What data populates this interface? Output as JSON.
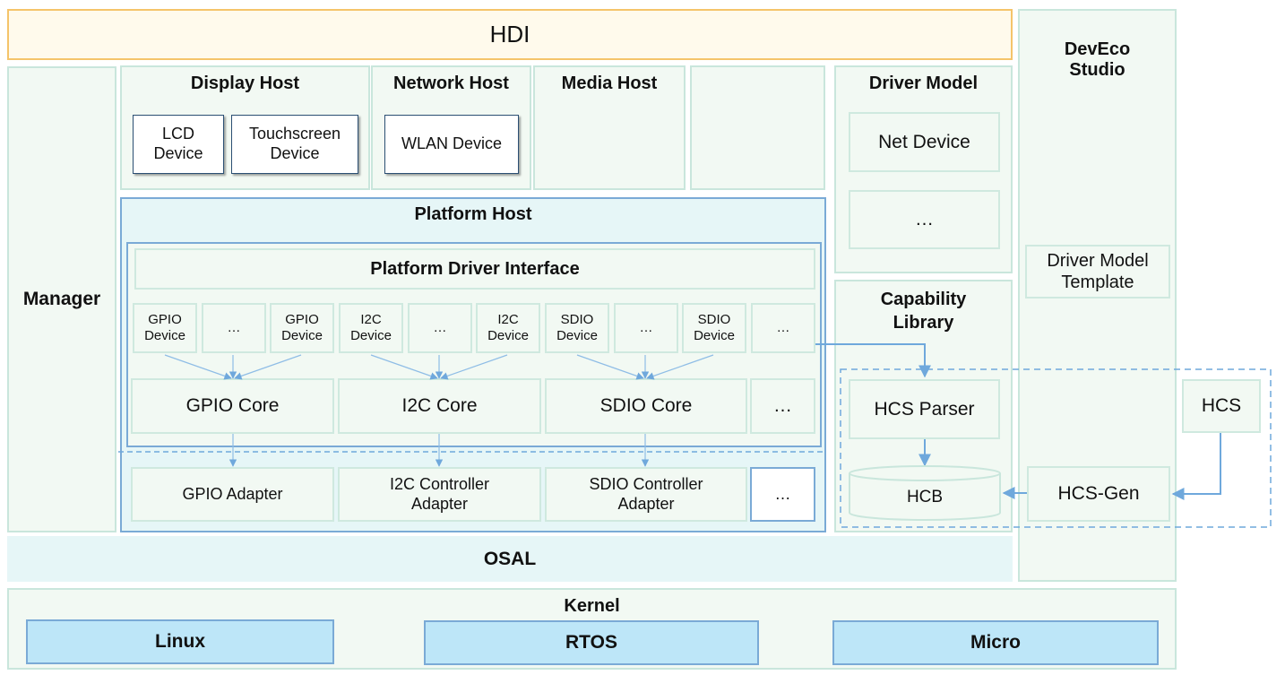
{
  "hdi": "HDI",
  "manager": "Manager",
  "hosts": {
    "display": {
      "title": "Display Host",
      "lcd": "LCD\nDevice",
      "touch": "Touchscreen\nDevice"
    },
    "network": {
      "title": "Network Host",
      "wlan": "WLAN Device"
    },
    "media": {
      "title": "Media Host"
    }
  },
  "platform": {
    "title": "Platform Host",
    "interface": "Platform Driver Interface",
    "devices": [
      "GPIO\nDevice",
      "…",
      "GPIO\nDevice",
      "I2C\nDevice",
      "…",
      "I2C\nDevice",
      "SDIO\nDevice",
      "…",
      "SDIO\nDevice",
      "…"
    ],
    "cores": [
      "GPIO Core",
      "I2C Core",
      "SDIO Core",
      "…"
    ],
    "adapters": [
      "GPIO Adapter",
      "I2C Controller\nAdapter",
      "SDIO Controller\nAdapter",
      "…"
    ]
  },
  "driver_model": {
    "title": "Driver Model",
    "net_device": "Net Device",
    "more": "…"
  },
  "capability": {
    "title": "Capability\nLibrary",
    "hcs_parser": "HCS Parser",
    "hcb": "HCB"
  },
  "deveco": {
    "title": "DevEco\nStudio",
    "template": "Driver Model\nTemplate",
    "hcs": "HCS",
    "hcs_gen": "HCS-Gen"
  },
  "osal": "OSAL",
  "kernel": {
    "title": "Kernel",
    "items": [
      "Linux",
      "RTOS",
      "Micro"
    ]
  },
  "colors": {
    "hdi_border": "#f5c46a",
    "hdi_bg": "#fffaec",
    "platform_border": "#7aaad6",
    "platform_bg": "#e6f6f7",
    "kernel_item": "#bde6f8",
    "arrow": "#6fa8dc"
  }
}
